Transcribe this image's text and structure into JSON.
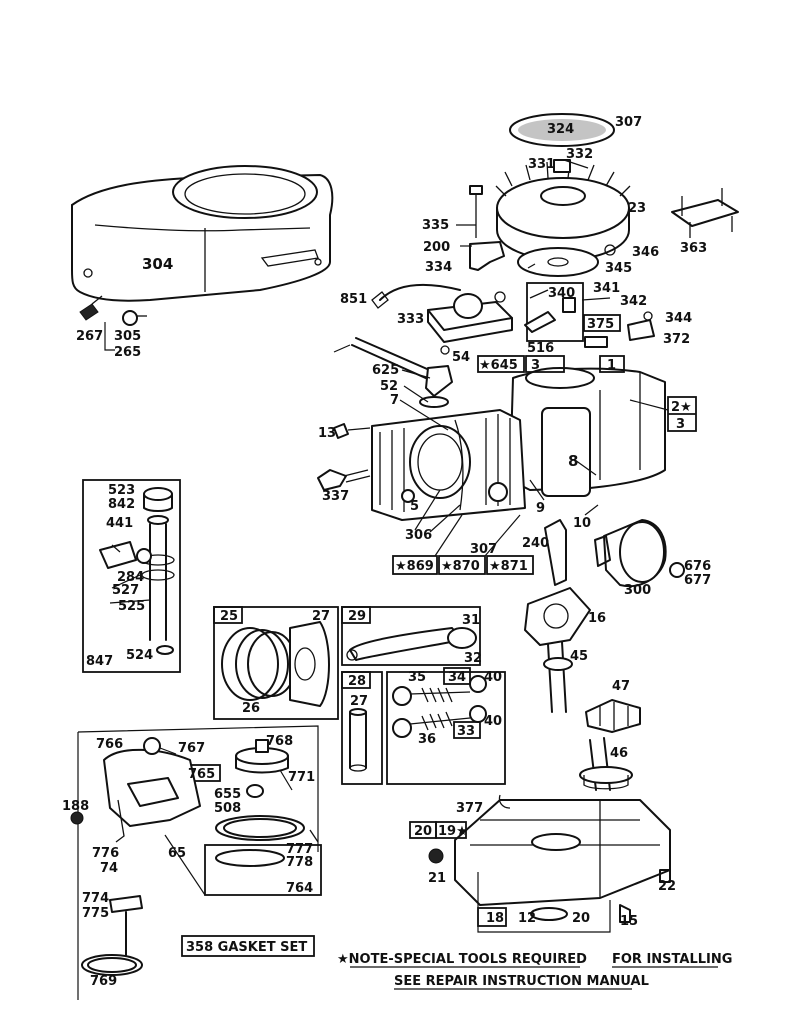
{
  "note": {
    "line1_prefix": "★NOTE-SPECIAL TOOLS REQUIRED",
    "line1_suffix": "FOR INSTALLING",
    "line2": "SEE REPAIR INSTRUCTION MANUAL"
  },
  "gasket_set": "358 GASKET SET",
  "callouts": [
    {
      "id": "c324",
      "text": "324"
    },
    {
      "id": "c307a",
      "text": "307"
    },
    {
      "id": "c331",
      "text": "331"
    },
    {
      "id": "c332",
      "text": "332"
    },
    {
      "id": "c23",
      "text": "23"
    },
    {
      "id": "c363",
      "text": "363"
    },
    {
      "id": "c304",
      "text": "304"
    },
    {
      "id": "c335",
      "text": "335"
    },
    {
      "id": "c200",
      "text": "200"
    },
    {
      "id": "c334",
      "text": "334"
    },
    {
      "id": "c346",
      "text": "346"
    },
    {
      "id": "c345",
      "text": "345"
    },
    {
      "id": "c851",
      "text": "851"
    },
    {
      "id": "c340",
      "text": "340"
    },
    {
      "id": "c341",
      "text": "341"
    },
    {
      "id": "c342",
      "text": "342"
    },
    {
      "id": "c333",
      "text": "333"
    },
    {
      "id": "c344",
      "text": "344"
    },
    {
      "id": "c375",
      "text": "375"
    },
    {
      "id": "c372",
      "text": "372"
    },
    {
      "id": "c267",
      "text": "267"
    },
    {
      "id": "c305",
      "text": "305"
    },
    {
      "id": "c265",
      "text": "265"
    },
    {
      "id": "c516",
      "text": "516"
    },
    {
      "id": "c54",
      "text": "54"
    },
    {
      "id": "c625",
      "text": "625"
    },
    {
      "id": "c645",
      "text": "★645"
    },
    {
      "id": "c3a",
      "text": "3"
    },
    {
      "id": "c1",
      "text": "1"
    },
    {
      "id": "c52",
      "text": "52"
    },
    {
      "id": "c7",
      "text": "7"
    },
    {
      "id": "c2",
      "text": "2★"
    },
    {
      "id": "c3b",
      "text": "3"
    },
    {
      "id": "c13",
      "text": "13"
    },
    {
      "id": "c8",
      "text": "8"
    },
    {
      "id": "c523",
      "text": "523"
    },
    {
      "id": "c842",
      "text": "842"
    },
    {
      "id": "c337",
      "text": "337"
    },
    {
      "id": "c9",
      "text": "9"
    },
    {
      "id": "c10",
      "text": "10"
    },
    {
      "id": "c5",
      "text": "5"
    },
    {
      "id": "c441",
      "text": "441"
    },
    {
      "id": "c306",
      "text": "306"
    },
    {
      "id": "c307b",
      "text": "307"
    },
    {
      "id": "c240",
      "text": "240"
    },
    {
      "id": "c284",
      "text": "284"
    },
    {
      "id": "c527",
      "text": "527"
    },
    {
      "id": "c869",
      "text": "★869"
    },
    {
      "id": "c870",
      "text": "★870"
    },
    {
      "id": "c871",
      "text": "★871"
    },
    {
      "id": "c676",
      "text": "676"
    },
    {
      "id": "c677",
      "text": "677"
    },
    {
      "id": "c300",
      "text": "300"
    },
    {
      "id": "c525",
      "text": "525"
    },
    {
      "id": "c25",
      "text": "25"
    },
    {
      "id": "c27a",
      "text": "27"
    },
    {
      "id": "c29",
      "text": "29"
    },
    {
      "id": "c31",
      "text": "31"
    },
    {
      "id": "c16",
      "text": "16"
    },
    {
      "id": "c847",
      "text": "847"
    },
    {
      "id": "c524",
      "text": "524"
    },
    {
      "id": "c32",
      "text": "32"
    },
    {
      "id": "c45",
      "text": "45"
    },
    {
      "id": "c26",
      "text": "26"
    },
    {
      "id": "c28",
      "text": "28"
    },
    {
      "id": "c35",
      "text": "35"
    },
    {
      "id": "c34",
      "text": "34"
    },
    {
      "id": "c40a",
      "text": "40"
    },
    {
      "id": "c47",
      "text": "47"
    },
    {
      "id": "c27b",
      "text": "27"
    },
    {
      "id": "c40b",
      "text": "40"
    },
    {
      "id": "c36",
      "text": "36"
    },
    {
      "id": "c33",
      "text": "33"
    },
    {
      "id": "c766",
      "text": "766"
    },
    {
      "id": "c767",
      "text": "767"
    },
    {
      "id": "c768",
      "text": "768"
    },
    {
      "id": "c46",
      "text": "46"
    },
    {
      "id": "c765",
      "text": "765"
    },
    {
      "id": "c771",
      "text": "771"
    },
    {
      "id": "c655",
      "text": "655"
    },
    {
      "id": "c508",
      "text": "508"
    },
    {
      "id": "c188",
      "text": "188"
    },
    {
      "id": "c377",
      "text": "377"
    },
    {
      "id": "c20a",
      "text": "20"
    },
    {
      "id": "c19",
      "text": "19★"
    },
    {
      "id": "c776",
      "text": "776"
    },
    {
      "id": "c65",
      "text": "65"
    },
    {
      "id": "c777",
      "text": "777"
    },
    {
      "id": "c778",
      "text": "778"
    },
    {
      "id": "c74",
      "text": "74"
    },
    {
      "id": "c21",
      "text": "21"
    },
    {
      "id": "c764",
      "text": "764"
    },
    {
      "id": "c22",
      "text": "22"
    },
    {
      "id": "c774",
      "text": "774"
    },
    {
      "id": "c775",
      "text": "775"
    },
    {
      "id": "c18",
      "text": "18"
    },
    {
      "id": "c12",
      "text": "12"
    },
    {
      "id": "c20b",
      "text": "20"
    },
    {
      "id": "c15",
      "text": "15"
    },
    {
      "id": "c769",
      "text": "769"
    }
  ]
}
